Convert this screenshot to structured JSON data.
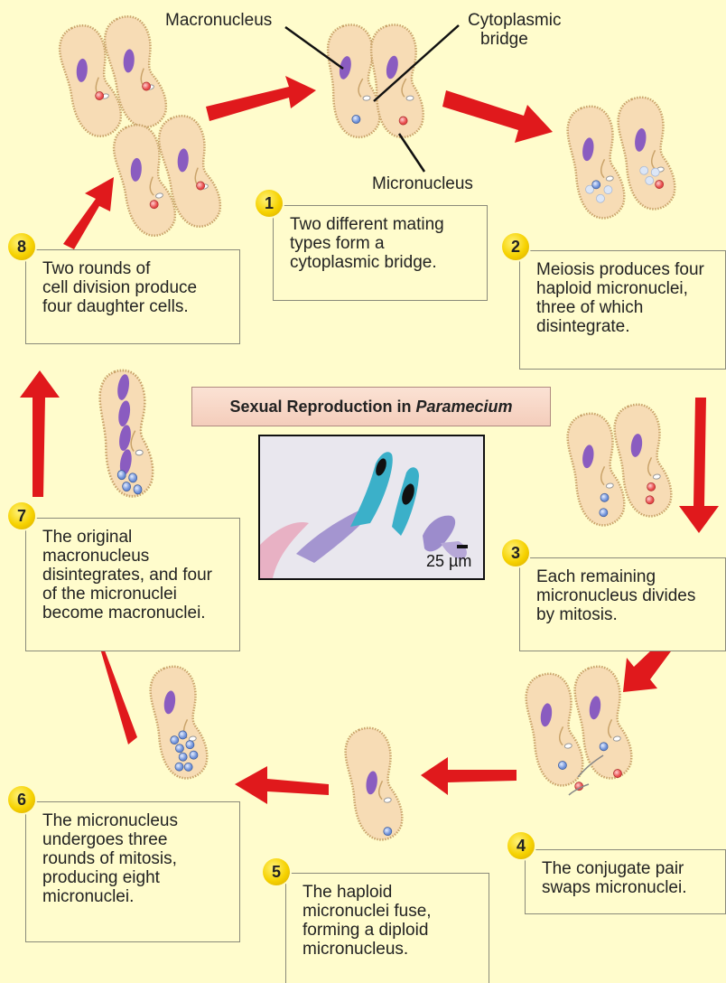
{
  "title": {
    "prefix": "Sexual Reproduction in ",
    "italic": "Paramecium"
  },
  "callouts": {
    "macronucleus": "Macronucleus",
    "cytoplasmic_bridge": [
      "Cytoplasmic",
      "bridge"
    ],
    "micronucleus": "Micronucleus"
  },
  "micrograph": {
    "scale_label": "25 µm"
  },
  "steps": [
    {
      "number": "1",
      "lines": [
        "Two different mating",
        "types form a",
        "cytoplasmic bridge."
      ]
    },
    {
      "number": "2",
      "lines": [
        "Meiosis produces four",
        "haploid micronuclei,",
        "three of which",
        "disintegrate."
      ]
    },
    {
      "number": "3",
      "lines": [
        "Each remaining",
        "micronucleus divides",
        "by mitosis."
      ]
    },
    {
      "number": "4",
      "lines": [
        "The conjugate pair",
        "swaps micronuclei."
      ]
    },
    {
      "number": "5",
      "lines": [
        "The haploid",
        "micronuclei fuse,",
        "forming a diploid",
        "micronucleus."
      ]
    },
    {
      "number": "6",
      "lines": [
        "The micronucleus",
        "undergoes three",
        "rounds of mitosis,",
        "producing eight",
        "micronuclei."
      ]
    },
    {
      "number": "7",
      "lines": [
        "The original",
        "macronucleus",
        "disintegrates, and four",
        "of the micronuclei",
        "become macronuclei."
      ]
    },
    {
      "number": "8",
      "lines": [
        "Two rounds of",
        "cell division produce",
        "four daughter cells."
      ]
    }
  ],
  "colors": {
    "background": "#fffccc",
    "cell_fill": "#f7dcb5",
    "cell_outline": "#c9a36a",
    "macronucleus": "#8a5cc0",
    "micronucleus_red": "#ff8a8a",
    "micronucleus_blue": "#9bb6ec",
    "arrow": "#e0191c"
  }
}
